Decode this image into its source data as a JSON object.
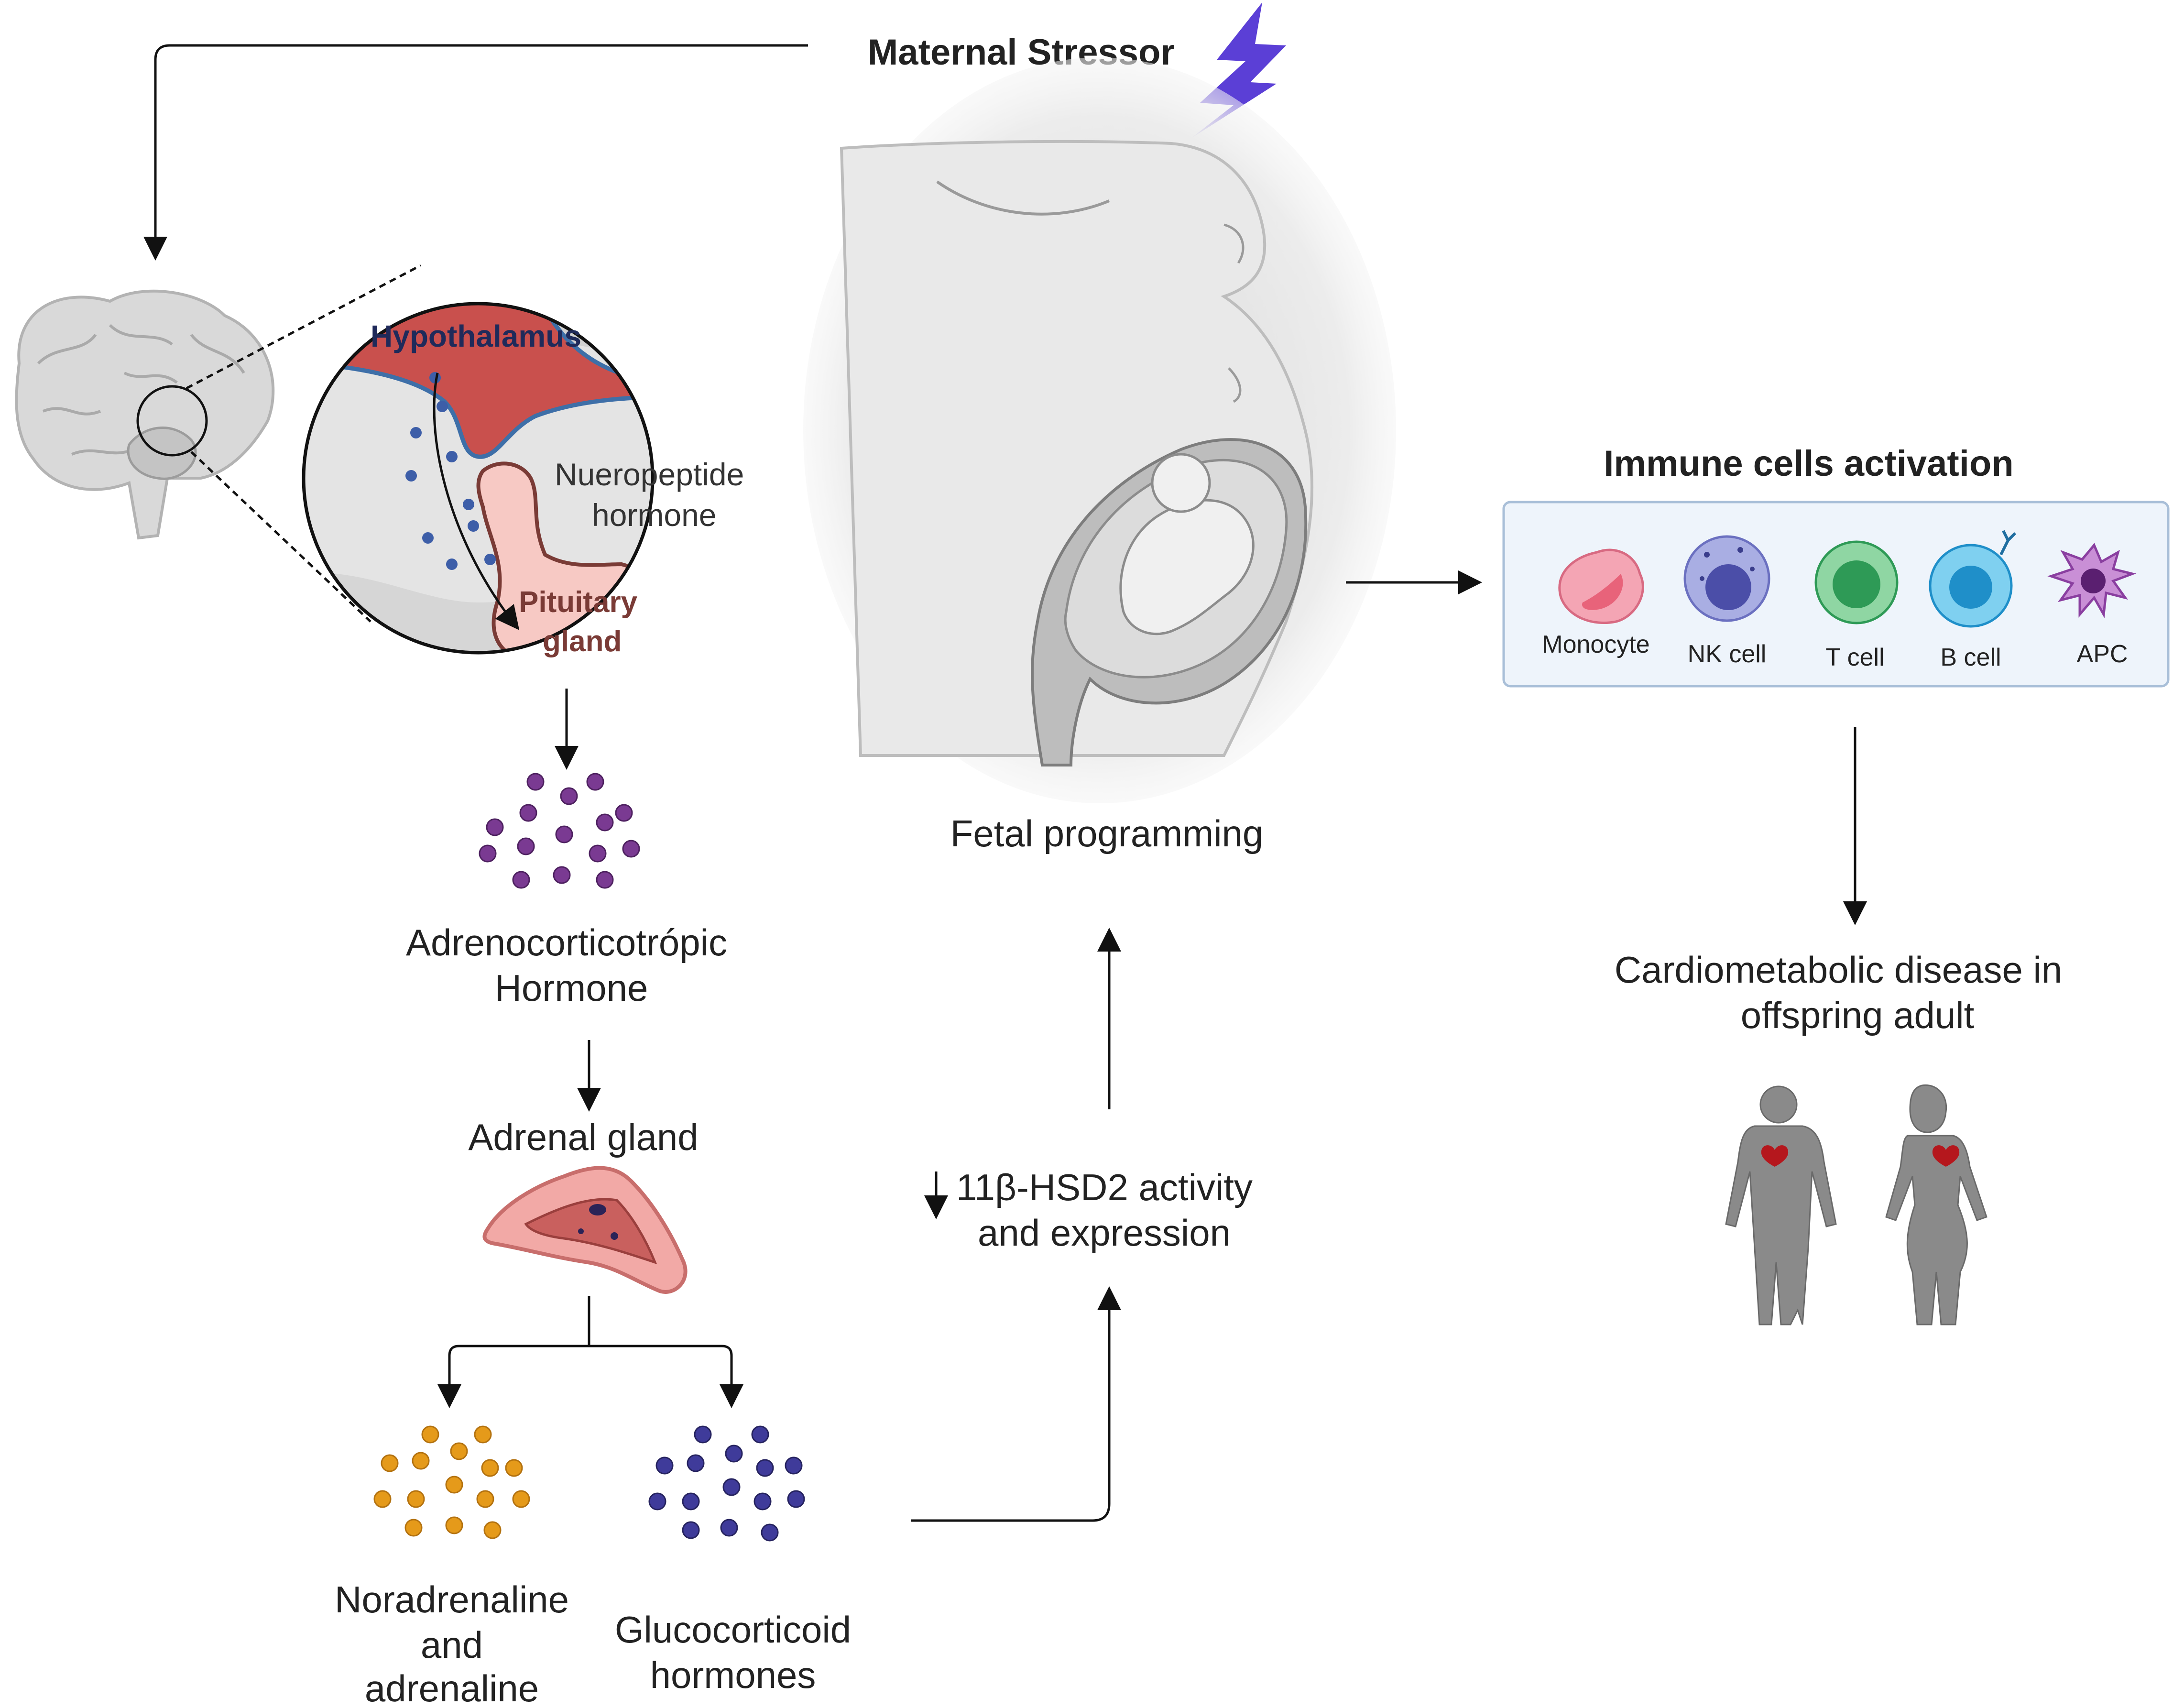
{
  "labels": {
    "maternal_stressor": "Maternal Stressor",
    "hypothalamus": "Hypothalamus",
    "neuropeptide_line1": "Nueropeptide",
    "neuropeptide_line2": "hormone",
    "pituitary_line1": "Pituitary",
    "pituitary_line2": "gland",
    "acth_line1": "Adrenocorticotrópic",
    "acth_line2": "Hormone",
    "adrenal_gland": "Adrenal gland",
    "noradrenaline_line1": "Noradrenaline",
    "noradrenaline_line2": "and",
    "noradrenaline_line3": "adrenaline",
    "glucocorticoid_line1": "Glucocorticoid",
    "glucocorticoid_line2": "hormones",
    "hsd2_line1": "11β-HSD2 activity",
    "hsd2_line2": "and expression",
    "fetal_programming": "Fetal programming",
    "immune_title": "Immune cells activation",
    "cardio_line1": "Cardiometabolic disease  in",
    "cardio_line2": "offspring adult"
  },
  "immune_cells": [
    {
      "name": "Monocyte",
      "color": "#e8637a"
    },
    {
      "name": "NK cell",
      "color": "#4b4ea8"
    },
    {
      "name": "T cell",
      "color": "#2e9a56"
    },
    {
      "name": "B cell",
      "color": "#1f8fc9"
    },
    {
      "name": "APC",
      "color": "#8a3fa0"
    }
  ],
  "colors": {
    "stressor_bolt": "#5b3fd6",
    "hypothalamus": "#c9504d",
    "pituitary": "#f7c9c4",
    "acth_dots": "#7a3a92",
    "noradrenaline_dots": "#e59a1a",
    "glucocorticoid_dots": "#3f3b9a",
    "neuropeptide_dots": "#3d5ea8",
    "immune_panel": "#eef4fb",
    "heart": "#b5171d",
    "silhouette": "#8a8a8a"
  }
}
